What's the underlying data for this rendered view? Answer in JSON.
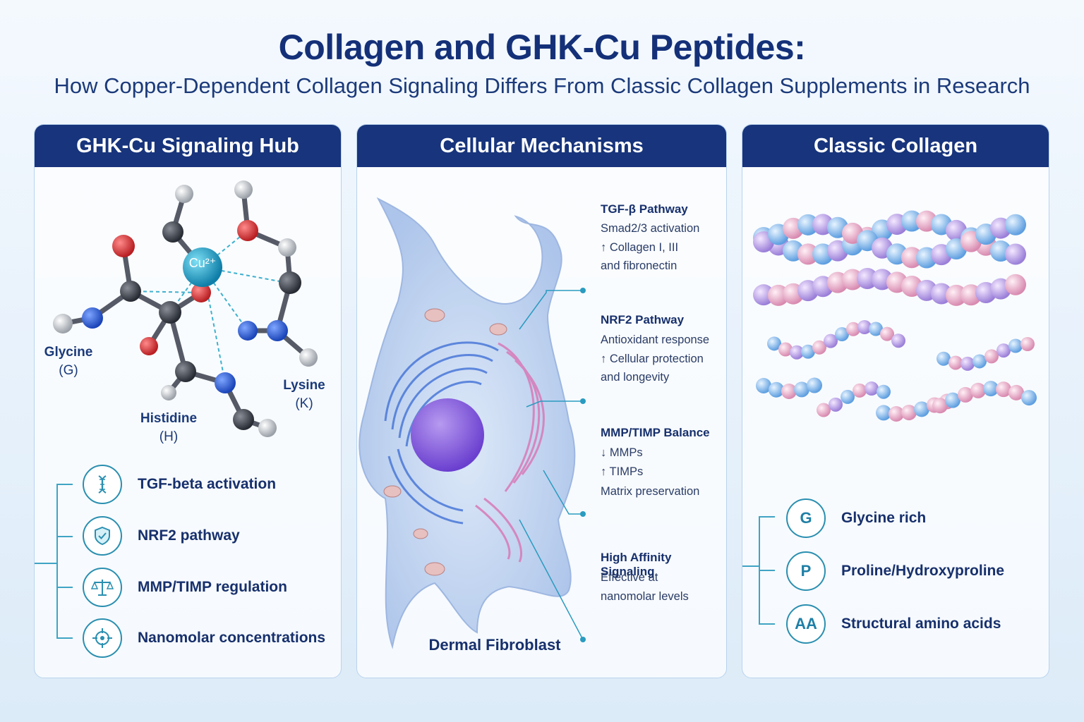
{
  "title": "Collagen and GHK-Cu Peptides:",
  "subtitle": "How Copper-Dependent Collagen Signaling Differs From Classic Collagen Supplements in Research",
  "colors": {
    "header": "#17347c",
    "accent": "#2a8fb0",
    "copper": "#1ba3c8"
  },
  "panels": [
    {
      "header": "GHK-Cu Signaling Hub",
      "molecule": {
        "center_label": "Cu²⁺",
        "labels": [
          {
            "name": "Glycine",
            "code": "(G)"
          },
          {
            "name": "Histidine",
            "code": "(H)"
          },
          {
            "name": "Lysine",
            "code": "(K)"
          }
        ]
      },
      "features": [
        {
          "icon": "dna-icon",
          "label": "TGF-beta activation"
        },
        {
          "icon": "shield-icon",
          "label": "NRF2 pathway"
        },
        {
          "icon": "scale-icon",
          "label": "MMP/TIMP regulation"
        },
        {
          "icon": "target-icon",
          "label": "Nanomolar concentrations"
        }
      ]
    },
    {
      "header": "Cellular Mechanisms",
      "cell_label": "Dermal Fibroblast",
      "mechanisms": [
        {
          "title": "TGF-β Pathway",
          "lines": [
            "Smad2/3 activation",
            "↑ Collagen I, III",
            "and fibronectin"
          ]
        },
        {
          "title": "NRF2 Pathway",
          "lines": [
            "Antioxidant response",
            "↑ Cellular protection",
            "and longevity"
          ]
        },
        {
          "title": "MMP/TIMP Balance",
          "lines": [
            "↓ MMPs",
            "↑ TIMPs",
            "Matrix preservation"
          ]
        },
        {
          "title": "High Affinity Signaling",
          "lines": [
            "Effective at",
            "nanomolar levels"
          ]
        }
      ]
    },
    {
      "header": "Classic Collagen",
      "features": [
        {
          "letter": "G",
          "label": "Glycine rich"
        },
        {
          "letter": "P",
          "label": "Proline/Hydroxyproline"
        },
        {
          "letter": "AA",
          "label": "Structural amino acids"
        }
      ]
    }
  ]
}
